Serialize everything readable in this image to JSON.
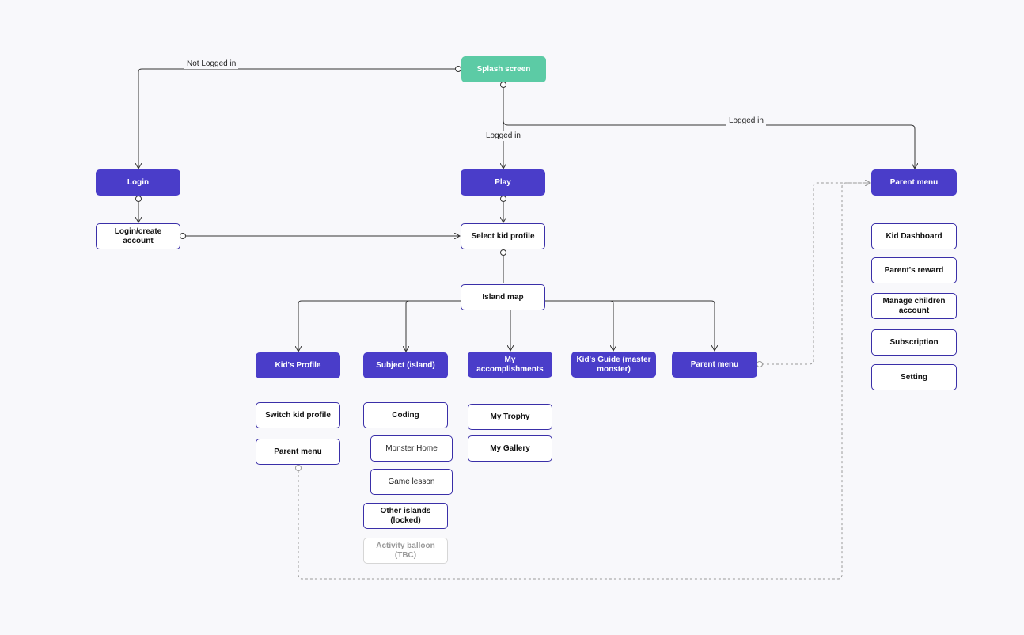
{
  "nodes": {
    "splash": "Splash screen",
    "login": "Login",
    "play": "Play",
    "parent_menu_top": "Parent menu",
    "login_create": "Login/create account",
    "select_kid": "Select kid profile",
    "island_map": "Island map",
    "kids_profile": "Kid's Profile",
    "subject": "Subject (island)",
    "accomplishments": "My accomplishments",
    "kids_guide": "Kid's Guide (master monster)",
    "parent_menu_mid": "Parent menu",
    "switch_kid": "Switch kid profile",
    "parent_menu_sub": "Parent menu",
    "coding": "Coding",
    "monster_home": "Monster Home",
    "game_lesson": "Game lesson",
    "other_islands": "Other islands (locked)",
    "activity_balloon": "Activity balloon (TBC)",
    "my_trophy": "My Trophy",
    "my_gallery": "My Gallery",
    "kid_dashboard": "Kid Dashboard",
    "parents_reward": "Parent's reward",
    "manage_children": "Manage children account",
    "subscription": "Subscription",
    "setting": "Setting"
  },
  "edge_labels": {
    "not_logged_in": "Not Logged in",
    "logged_in_play": "Logged in",
    "logged_in_parent": "Logged in"
  },
  "colors": {
    "primary": "#4a3dc9",
    "splash": "#5ccba5",
    "line": "#333333",
    "dashed": "#9a9a9a"
  }
}
